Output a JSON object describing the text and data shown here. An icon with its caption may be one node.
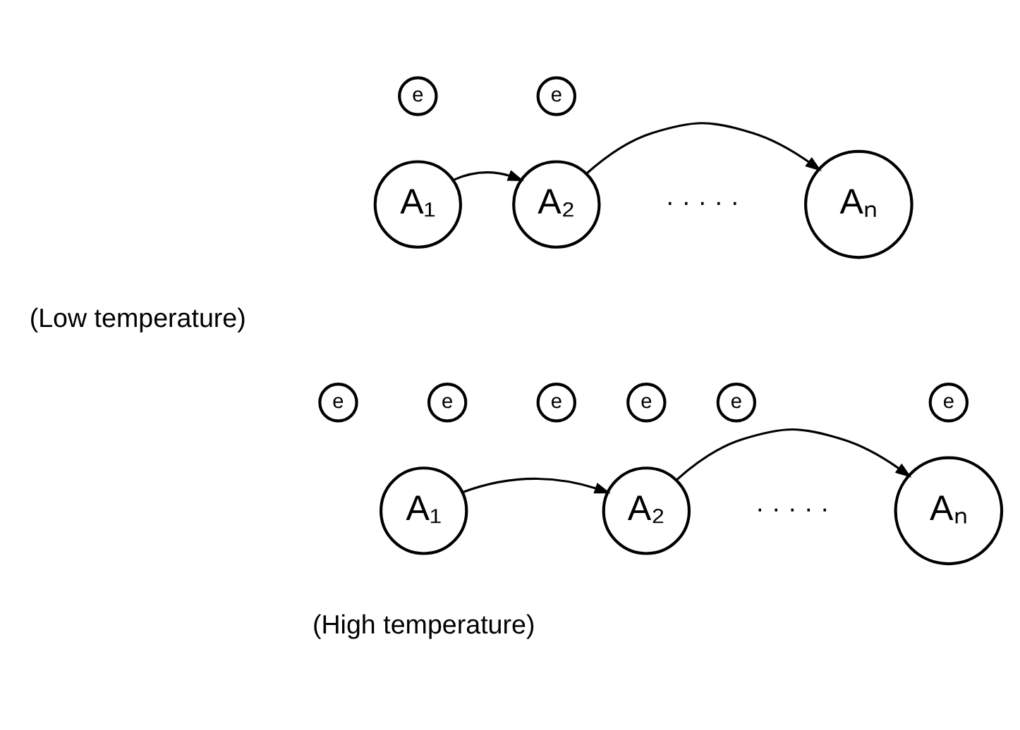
{
  "diagram": {
    "nodes": [
      {
        "text": [
          "e"
        ]
      },
      {
        "text": [
          "e"
        ]
      },
      {
        "text": [
          "A₁"
        ]
      },
      {
        "text": [
          "A₂"
        ]
      },
      {
        "text": [
          "Aₙ"
        ]
      },
      {
        "text": [
          "e"
        ]
      },
      {
        "text": [
          "e"
        ]
      },
      {
        "text": [
          "e"
        ]
      },
      {
        "text": [
          "e"
        ]
      },
      {
        "text": [
          "e"
        ]
      },
      {
        "text": [
          "e"
        ]
      },
      {
        "text": [
          "A₁"
        ]
      },
      {
        "text": [
          "A₂"
        ]
      },
      {
        "text": [
          "Aₙ"
        ]
      }
    ],
    "edges": [
      {
        "from": 2,
        "to": 3,
        "arrow": "to"
      },
      {
        "from": 3,
        "to": 4,
        "arrow": "to"
      },
      {
        "from": 11,
        "to": 12,
        "arrow": "to"
      },
      {
        "from": 12,
        "to": 13,
        "arrow": "to"
      }
    ],
    "labels": [
      "· · · · ·",
      "(Low temperature)",
      "· · · · ·",
      "(High temperature)"
    ]
  }
}
